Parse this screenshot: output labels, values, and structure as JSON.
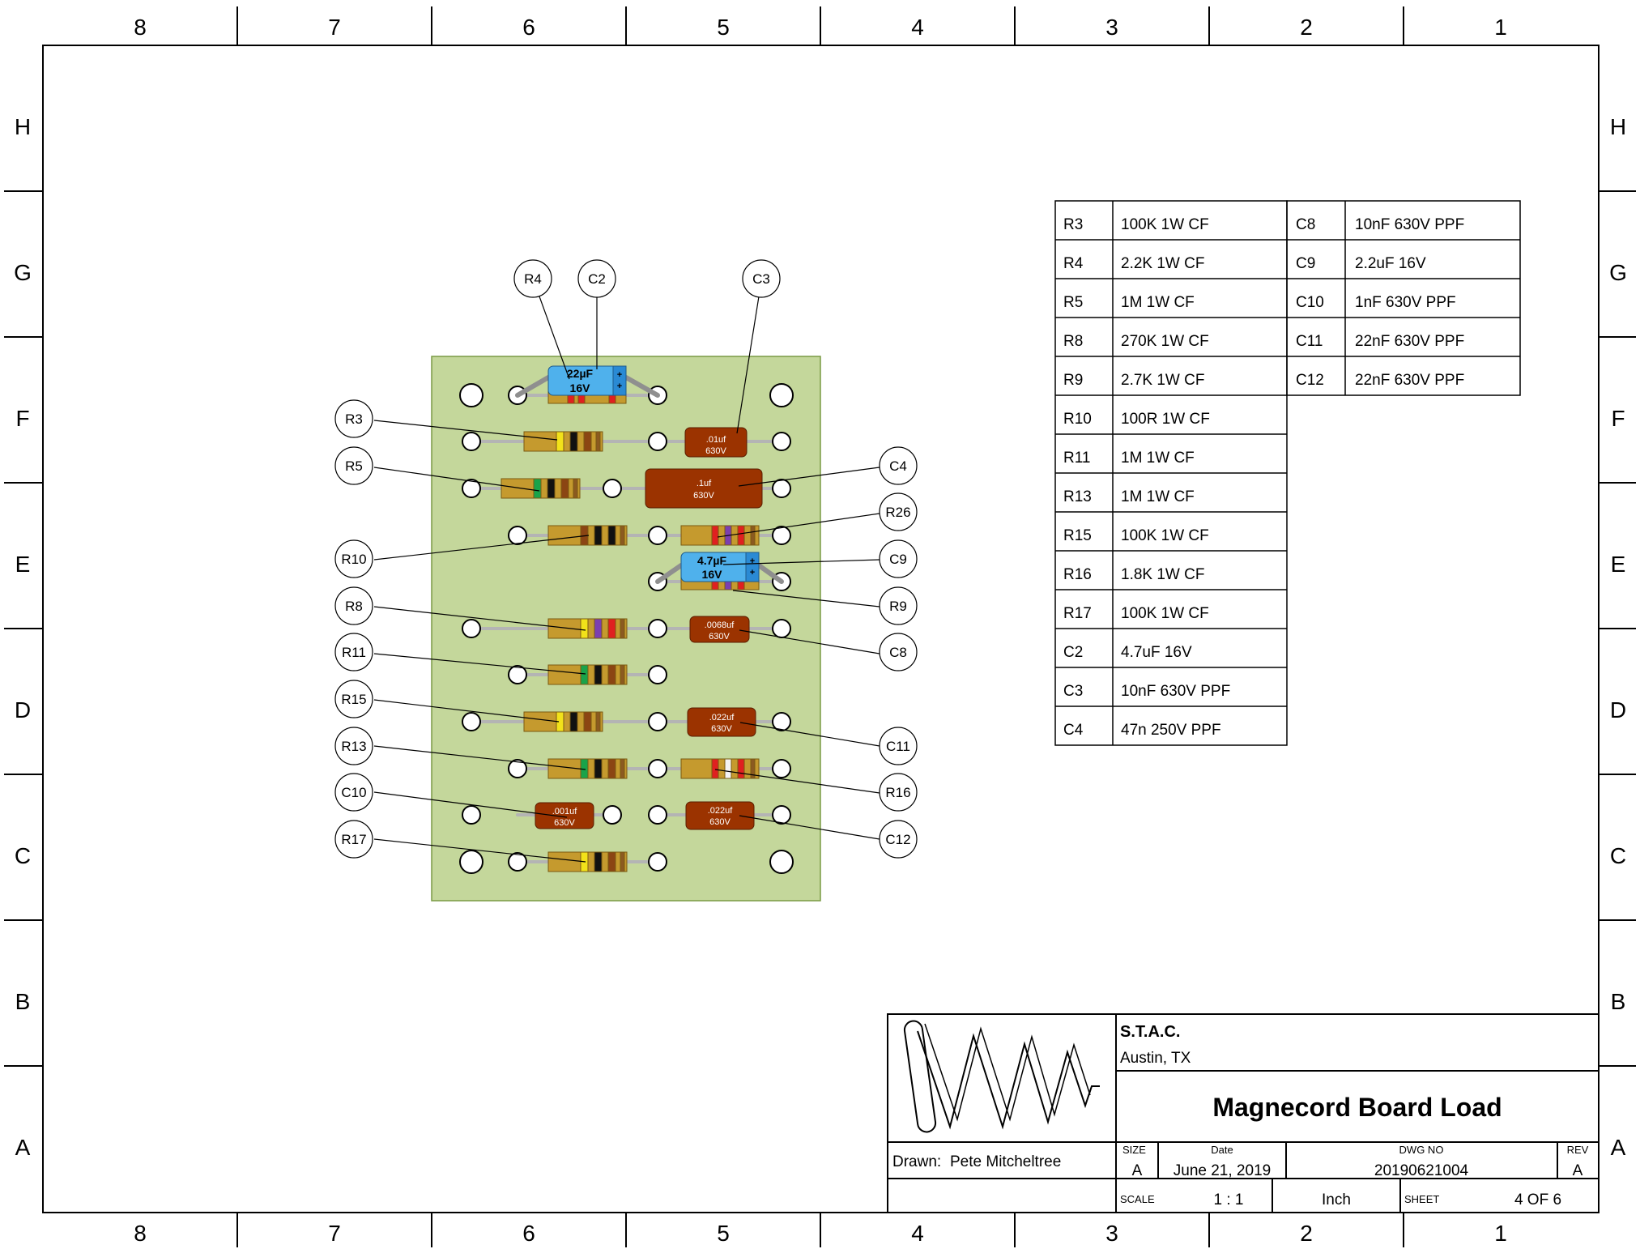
{
  "zones": {
    "columns": [
      "8",
      "7",
      "6",
      "5",
      "4",
      "3",
      "2",
      "1"
    ],
    "rows": [
      "H",
      "G",
      "F",
      "E",
      "D",
      "C",
      "B",
      "A"
    ]
  },
  "colors": {
    "board": "#c4d79b",
    "resistor_body": "#c59a2e",
    "film_cap": "#9b3300",
    "electrolytic": "#4fb1ec",
    "wire": "#b4b4b4"
  },
  "callouts": {
    "R4": "R4",
    "C2": "C2",
    "C3": "C3",
    "R3": "R3",
    "R5": "R5",
    "C4": "C4",
    "R26": "R26",
    "R10": "R10",
    "C9": "C9",
    "R8": "R8",
    "R9": "R9",
    "R11": "R11",
    "C8": "C8",
    "R15": "R15",
    "C11": "C11",
    "R13": "R13",
    "R16": "R16",
    "C10": "C10",
    "R17": "R17",
    "C12": "C12"
  },
  "component_labels": {
    "c2_value": "22µF",
    "c2_voltage": "16V",
    "c9_value": "4.7µF",
    "c9_voltage": "16V",
    "c3_value": ".01uf",
    "c3_voltage": "630V",
    "c4_value": ".1uf",
    "c4_voltage": "630V",
    "c8_value": ".0068uf",
    "c8_voltage": "630V",
    "c11_value": ".022uf",
    "c11_voltage": "630V",
    "c10_value": ".001uf",
    "c10_voltage": "630V",
    "c12_value": ".022uf",
    "c12_voltage": "630V",
    "polarity": "+"
  },
  "bom_left": [
    {
      "ref": "R3",
      "value": "100K 1W CF"
    },
    {
      "ref": "R4",
      "value": "2.2K 1W CF"
    },
    {
      "ref": "R5",
      "value": "1M 1W CF"
    },
    {
      "ref": "R8",
      "value": "270K 1W CF"
    },
    {
      "ref": "R9",
      "value": "2.7K 1W CF"
    },
    {
      "ref": "R10",
      "value": "100R 1W CF"
    },
    {
      "ref": "R11",
      "value": "1M 1W CF"
    },
    {
      "ref": "R13",
      "value": "1M 1W CF"
    },
    {
      "ref": "R15",
      "value": "100K 1W CF"
    },
    {
      "ref": "R16",
      "value": "1.8K 1W CF"
    },
    {
      "ref": "R17",
      "value": "100K 1W CF"
    },
    {
      "ref": "C2",
      "value": "4.7uF 16V"
    },
    {
      "ref": "C3",
      "value": "10nF 630V PPF"
    },
    {
      "ref": "C4",
      "value": "47n 250V PPF"
    }
  ],
  "bom_right": [
    {
      "ref": "C8",
      "value": "10nF 630V PPF"
    },
    {
      "ref": "C9",
      "value": "2.2uF 16V"
    },
    {
      "ref": "C10",
      "value": "1nF 630V PPF"
    },
    {
      "ref": "C11",
      "value": "22nF 630V PPF"
    },
    {
      "ref": "C12",
      "value": "22nF 630V PPF"
    }
  ],
  "title_block": {
    "company": "S.T.A.C.",
    "location": "Austin, TX",
    "title": "Magnecord Board Load",
    "drawn_label": "Drawn:",
    "drawn_by": "Pete Mitcheltree",
    "size_label": "SIZE",
    "size": "A",
    "date_label": "Date",
    "date": "June 21, 2019",
    "dwg_label": "DWG NO",
    "dwg_no": "20190621004",
    "rev_label": "REV",
    "rev": "A",
    "scale_label": "SCALE",
    "scale": "1 : 1",
    "units": "Inch",
    "sheet_label": "SHEET",
    "sheet": "4 OF 6"
  }
}
